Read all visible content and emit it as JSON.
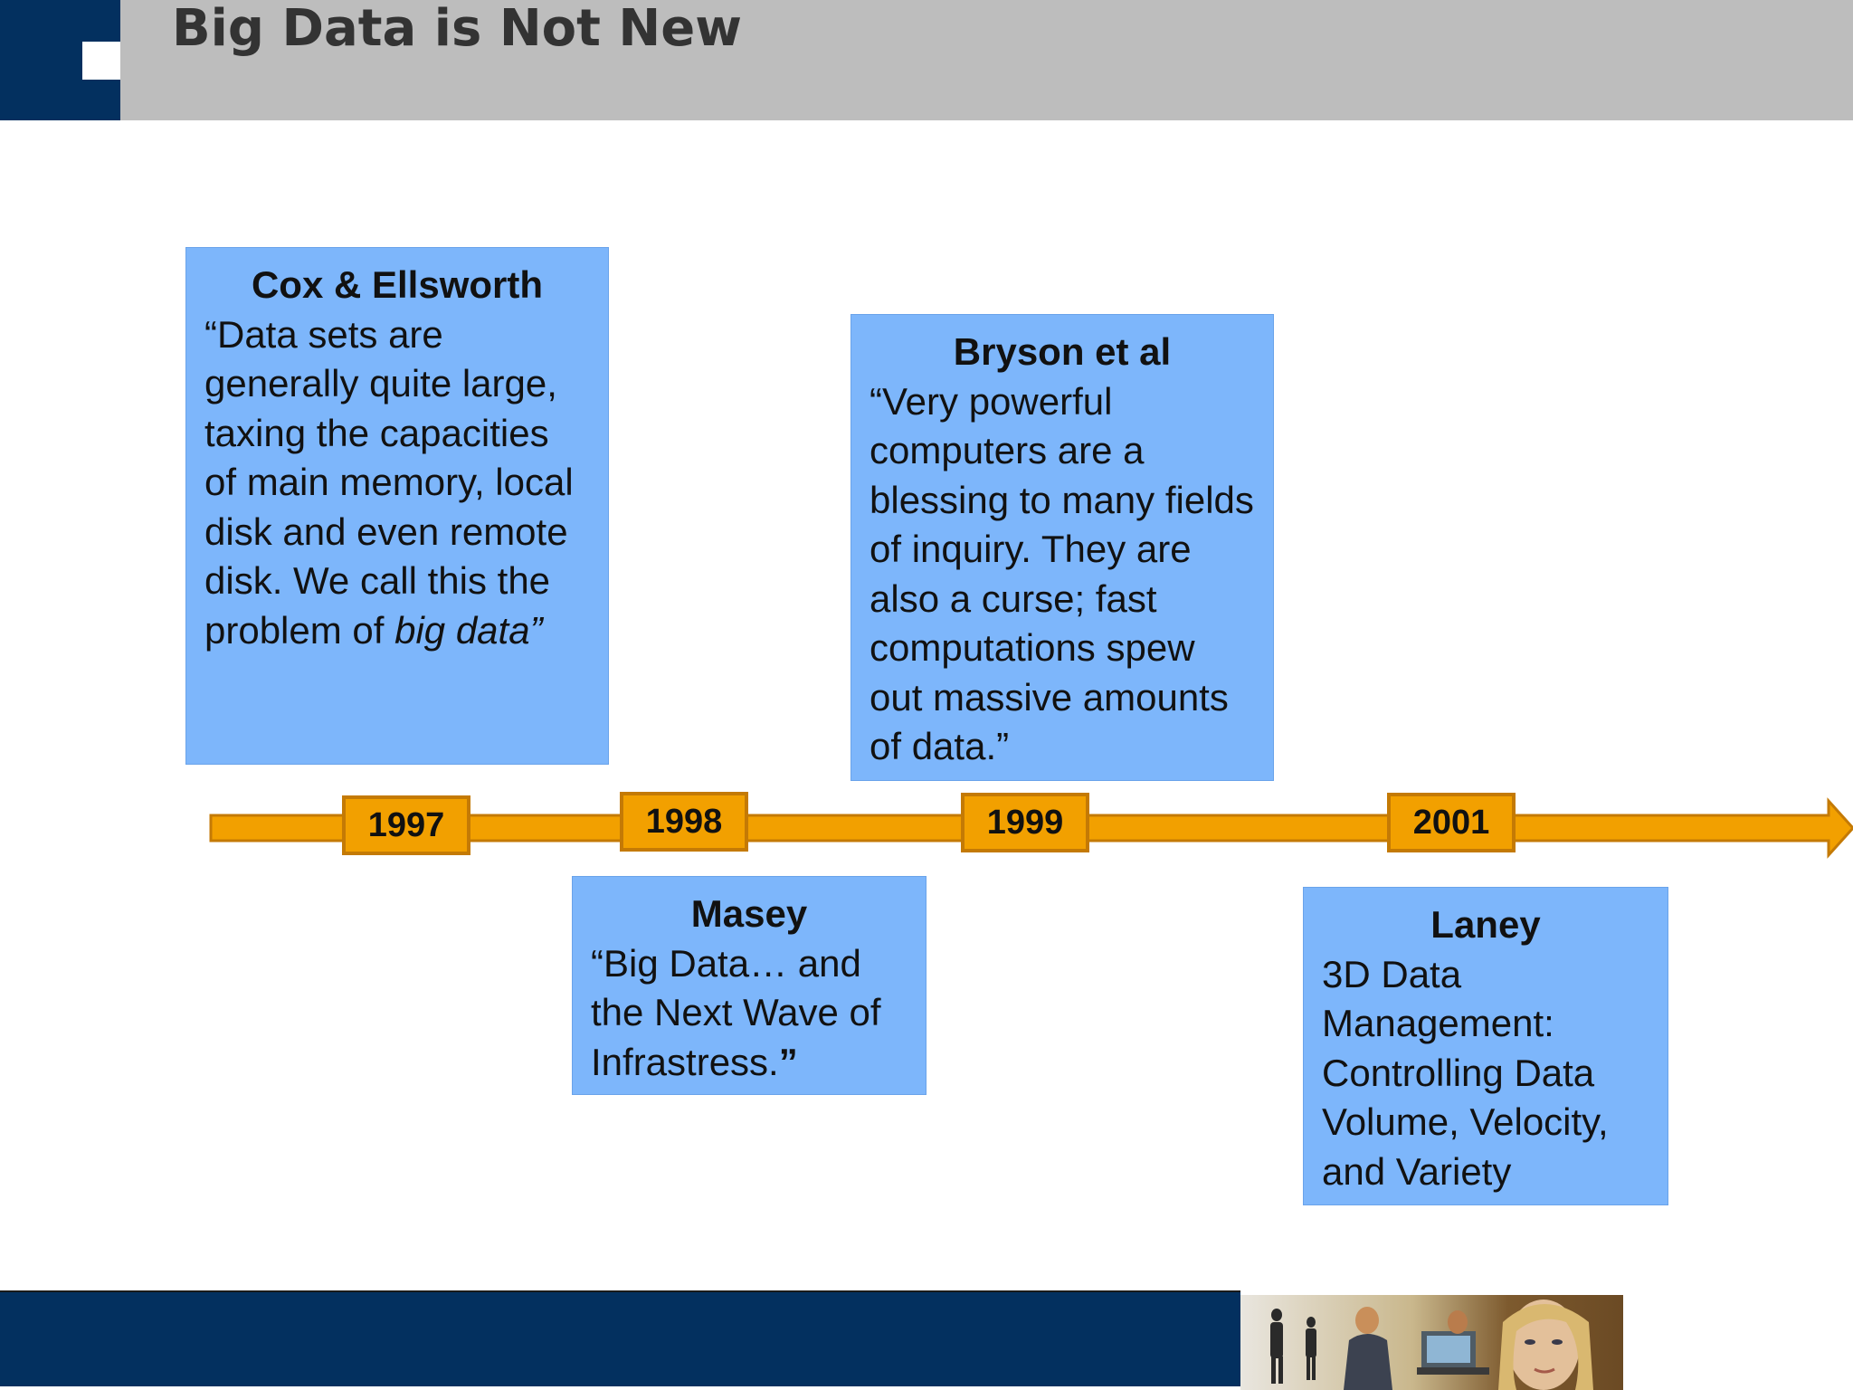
{
  "slide": {
    "title": "Big Data is Not New"
  },
  "timeline": {
    "years": [
      "1997",
      "1998",
      "1999",
      "2001"
    ],
    "events": [
      {
        "author": "Cox & Ellsworth",
        "quote_main": "“Data sets are generally quite large, taxing the capacities of main memory, local disk and even remote disk.  We call this the problem of ",
        "quote_emphasis": "big data”"
      },
      {
        "author": "Masey",
        "quote_main": "“Big Data… and the Next Wave of Infrastress.",
        "quote_end": "”"
      },
      {
        "author": "Bryson et al",
        "quote_main": "“Very powerful computers are a blessing to many fields of inquiry. They are also a curse; fast computations spew out massive amounts of data.”"
      },
      {
        "author": "Laney",
        "quote_main": "3D Data Management: Controlling Data Volume, Velocity, and Variety"
      }
    ]
  },
  "colors": {
    "header_gray": "#bdbdbd",
    "navy": "#03305f",
    "event_blue": "#7db6fb",
    "timeline_orange": "#f2a000",
    "timeline_border": "#c47a05"
  },
  "icons": {
    "footer_image": "office-workers-photo"
  }
}
